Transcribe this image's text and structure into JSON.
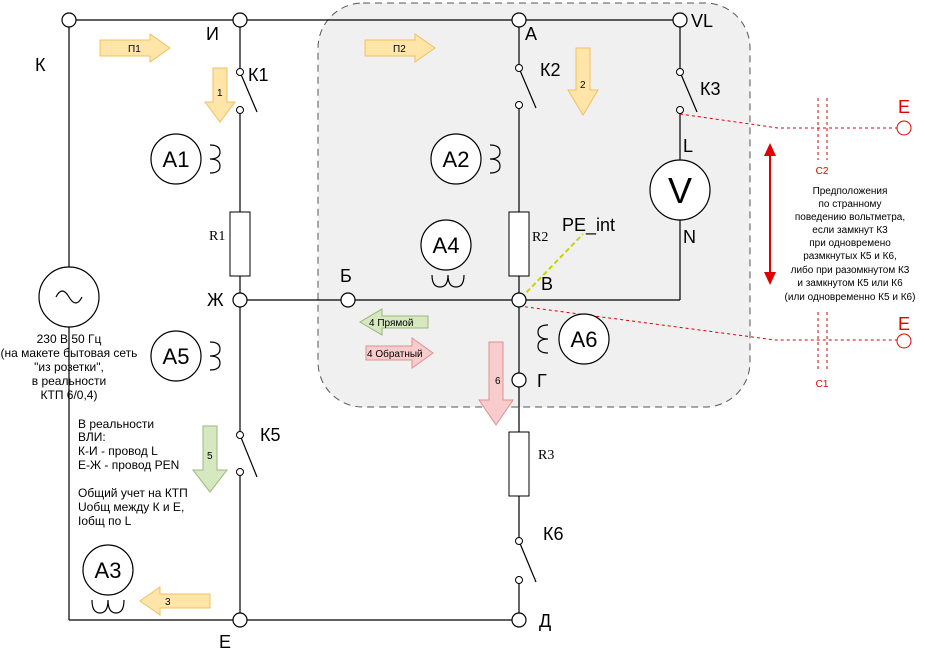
{
  "nodes": {
    "k": "К",
    "i": "И",
    "a": "А",
    "vl": "VL",
    "zh": "Ж",
    "b": "Б",
    "v": "В",
    "g": "Г",
    "e": "Е",
    "d": "Д",
    "l": "L",
    "n": "N"
  },
  "switches": {
    "k1": "К1",
    "k2": "К2",
    "k3": "К3",
    "k5": "К5",
    "k6": "К6"
  },
  "meters": {
    "a1": "A1",
    "a2": "A2",
    "a3": "A3",
    "a4": "A4",
    "a5": "A5",
    "a6": "A6",
    "v": "V"
  },
  "resistors": {
    "r1": "R1",
    "r2": "R2",
    "r3": "R3"
  },
  "pe_int": "PE_int",
  "arrows": {
    "p1": "П1",
    "p2": "П2",
    "n1": "1",
    "n2": "2",
    "n3": "3",
    "n5": "5",
    "n6": "6",
    "direct": "4 Прямой",
    "reverse": "4 Обратный"
  },
  "source_note": [
    "230 В 50 Гц",
    "(на макете бытовая сеть",
    "\"из розетки\",",
    "в реальности",
    "КТП 6/0,4)"
  ],
  "reality_note": [
    "В реальности",
    "ВЛИ:",
    "К-И - провод L",
    "Е-Ж - провод PEN",
    "",
    "Общий учет на КТП",
    "Uобщ между К и Е,",
    "Iобщ по L"
  ],
  "right_side": {
    "e_top": "Е",
    "e_bottom": "Е",
    "c2": "C2",
    "c1": "C1",
    "note": [
      "Предположения",
      "по странному",
      "поведению вольтметра,",
      "если замкнут К3",
      "при одновремено",
      "размкнутых К5 и К6,",
      "либо при разомкнутом К3",
      "и замкнутом К5 или К6",
      "(или одновременно К5 и К6)"
    ]
  },
  "colors": {
    "red": "#e00000",
    "orange_fill": "#ffe6a8",
    "green_fill": "#d5e8c0",
    "red_fill": "#f8cccc"
  }
}
